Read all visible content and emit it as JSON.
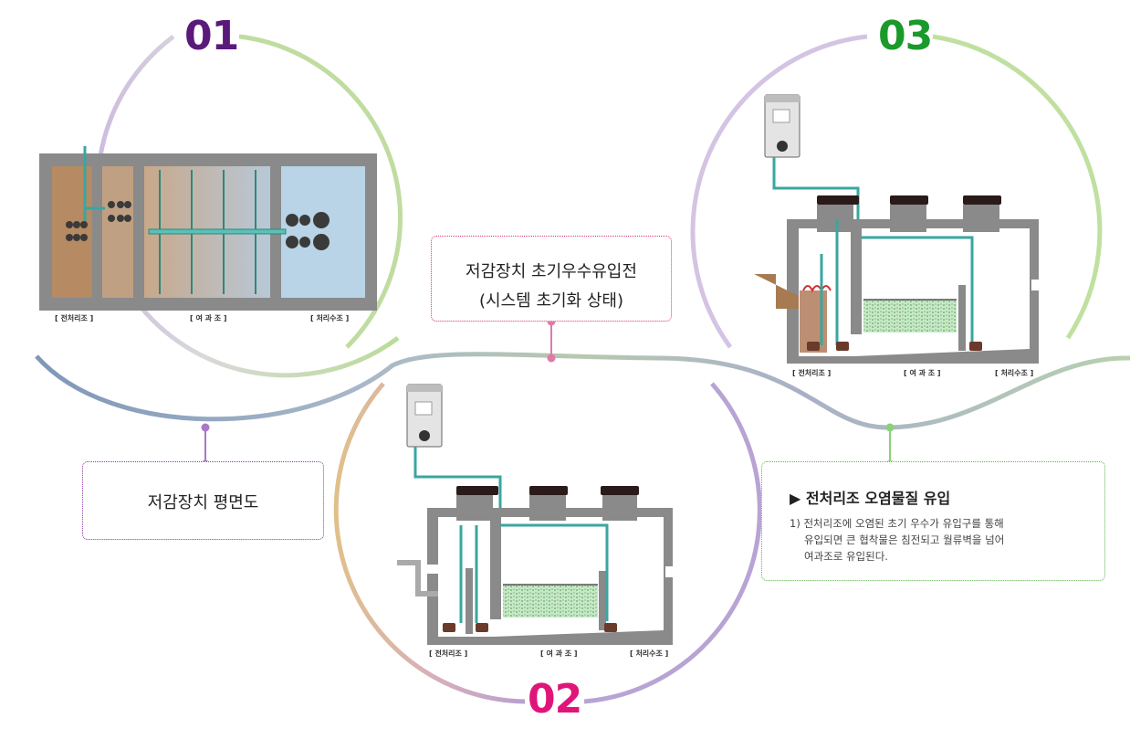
{
  "step1": {
    "number": "01",
    "labels": {
      "pre": "[ 전처리조 ]",
      "filter": "[ 여 과 조 ]",
      "treated": "[ 처리수조 ]"
    }
  },
  "step2": {
    "number": "02",
    "labels": {
      "pre": "[ 전처리조 ]",
      "filter": "[ 여 과 조 ]",
      "treated": "[ 처리수조 ]"
    }
  },
  "step3": {
    "number": "03",
    "labels": {
      "pre": "[ 전처리조 ]",
      "filter": "[ 여 과 조 ]",
      "treated": "[ 처리수조 ]"
    }
  },
  "box_plan": {
    "title": "저감장치 평면도"
  },
  "box_initial": {
    "line1": "저감장치 초기우수유입전",
    "line2": "(시스템 초기화 상태)"
  },
  "box_step3": {
    "heading": "▶ 전처리조 오염물질 유입",
    "line1": "1) 전처리조에 오염된 초기 우수가 유입구를 통해",
    "line2": "유입되면 큰 협착물은 침전되고 월류벽을 넘어",
    "line3": "여과조로 유입된다."
  },
  "colors": {
    "num1": "#5a1a7a",
    "num2": "#e0157a",
    "num3": "#1a9a2a",
    "pipe": "#3aa6a0",
    "concrete": "#8a8a8a",
    "box_purple": "#8a3aa8",
    "box_pink": "#d83a7a",
    "box_green": "#5ab84a"
  }
}
